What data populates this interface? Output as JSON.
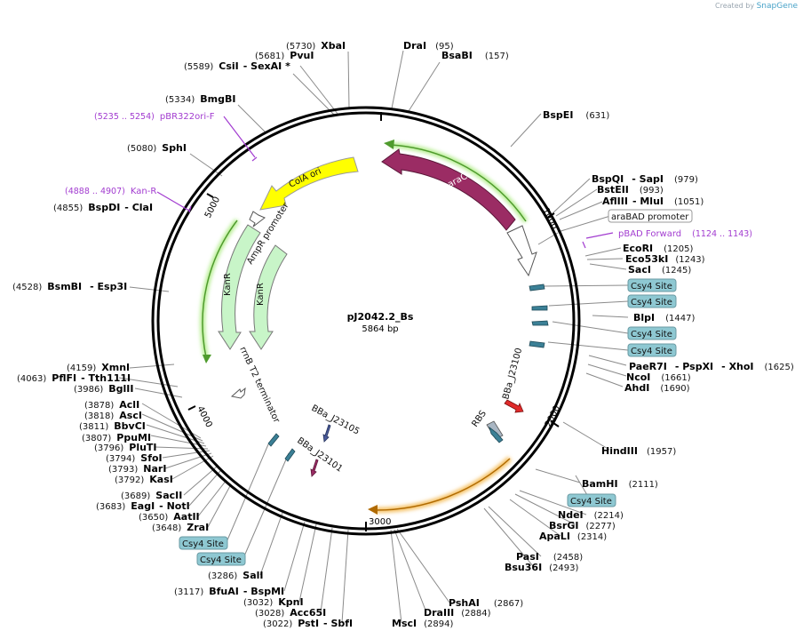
{
  "credit": {
    "prefix": "Created by",
    "brand": "SnapGene"
  },
  "plasmid": {
    "name": "pJ2042.2_Bs",
    "length_label": "5864 bp",
    "length": 5864
  },
  "ticks": [
    "1000",
    "2000",
    "3000",
    "4000",
    "5000"
  ],
  "sites": [
    {
      "name": "XbaI",
      "num": "(5730)"
    },
    {
      "name": "PvuI",
      "num": "(5681)"
    },
    {
      "name": "CsiI",
      "name2": "SexAI *",
      "num": "(5589)"
    },
    {
      "name": "BmgBI",
      "num": "(5334)"
    },
    {
      "name": "SphI",
      "num": "(5080)"
    },
    {
      "name": "BspDI",
      "name2": "ClaI",
      "num": "(4855)"
    },
    {
      "name": "BsmBI",
      "name2": "Esp3I",
      "num": "(4528)"
    },
    {
      "name": "XmnI",
      "num": "(4159)"
    },
    {
      "name": "PflFI",
      "name2": "Tth111I",
      "num": "(4063)"
    },
    {
      "name": "BglII",
      "num": "(3986)"
    },
    {
      "name": "AclI",
      "num": "(3878)"
    },
    {
      "name": "AscI",
      "num": "(3818)"
    },
    {
      "name": "BbvCI",
      "num": "(3811)"
    },
    {
      "name": "PpuMI",
      "num": "(3807)"
    },
    {
      "name": "PluTI",
      "num": "(3796)"
    },
    {
      "name": "SfoI",
      "num": "(3794)"
    },
    {
      "name": "NarI",
      "num": "(3793)"
    },
    {
      "name": "KasI",
      "num": "(3792)"
    },
    {
      "name": "SacII",
      "num": "(3689)"
    },
    {
      "name": "EagI",
      "name2": "NotI",
      "num": "(3683)"
    },
    {
      "name": "AatII",
      "num": "(3650)"
    },
    {
      "name": "ZraI",
      "num": "(3648)"
    },
    {
      "name": "SalI",
      "num": "(3286)"
    },
    {
      "name": "BfuAI",
      "name2": "BspMI",
      "num": "(3117)"
    },
    {
      "name": "KpnI",
      "num": "(3032)"
    },
    {
      "name": "Acc65I",
      "num": "(3028)"
    },
    {
      "name": "PstI",
      "name2": "SbfI",
      "num": "(3022)"
    },
    {
      "name": "MscI",
      "num": "(2894)"
    },
    {
      "name": "DraIII",
      "num": "(2884)"
    },
    {
      "name": "PshAI",
      "num": "(2867)"
    },
    {
      "name": "Bsu36I",
      "num": "(2493)"
    },
    {
      "name": "PasI",
      "num": "(2458)"
    },
    {
      "name": "ApaLI",
      "num": "(2314)"
    },
    {
      "name": "BsrGI",
      "num": "(2277)"
    },
    {
      "name": "NdeI",
      "num": "(2214)"
    },
    {
      "name": "BamHI",
      "num": "(2111)"
    },
    {
      "name": "HindIII",
      "num": "(1957)"
    },
    {
      "name": "AhdI",
      "num": "(1690)"
    },
    {
      "name": "NcoI",
      "num": "(1661)"
    },
    {
      "name": "PaeR7I",
      "name2": "PspXI",
      "name3": "XhoI",
      "num": "(1625)"
    },
    {
      "name": "BlpI",
      "num": "(1447)"
    },
    {
      "name": "SacI",
      "num": "(1245)"
    },
    {
      "name": "Eco53kI",
      "num": "(1243)"
    },
    {
      "name": "EcoRI",
      "num": "(1205)"
    },
    {
      "name": "AflIII",
      "name2": "MluI",
      "num": "(1051)"
    },
    {
      "name": "BstEII",
      "num": "(993)"
    },
    {
      "name": "BspQI",
      "name2": "SapI",
      "num": "(979)"
    },
    {
      "name": "BspEI",
      "num": "(631)"
    },
    {
      "name": "BsaBI",
      "num": "(157)"
    },
    {
      "name": "DraI",
      "num": "(95)"
    }
  ],
  "primers": [
    {
      "name": "pBR322ori-F",
      "num": "(5235 .. 5254)"
    },
    {
      "name": "Kan-R",
      "num": "(4888 .. 4907)"
    },
    {
      "name": "pBAD Forward",
      "num": "(1124 .. 1143)"
    }
  ],
  "boxes": [
    "Csy4 Site",
    "Csy4 Site",
    "Csy4 Site",
    "Csy4 Site",
    "Csy4 Site",
    "Csy4 Site",
    "Csy4 Site"
  ],
  "promoter_box": "araBAD promoter",
  "features": {
    "araC": "araC",
    "colA": "ColA ori",
    "kanR1": "KanR",
    "kanR2": "KanR",
    "ampR_promoter": "AmpR promoter",
    "rrnB": "rrnB T2 terminator",
    "bba1": "BBa_J23100",
    "bba2": "BBa_J23105",
    "bba3": "BBa_J23101",
    "rbs": "RBS"
  },
  "colors": {
    "araC": "#9b2c64",
    "colA": "#ffff00",
    "kanR": "#c8f5c8",
    "csy4": "#8ec8d2",
    "rbs": "#a9b6c3",
    "primer": "#a23cd0",
    "j23100": "#e02a2a",
    "j23105": "#4a5a9a",
    "j23101": "#9b2c64"
  }
}
